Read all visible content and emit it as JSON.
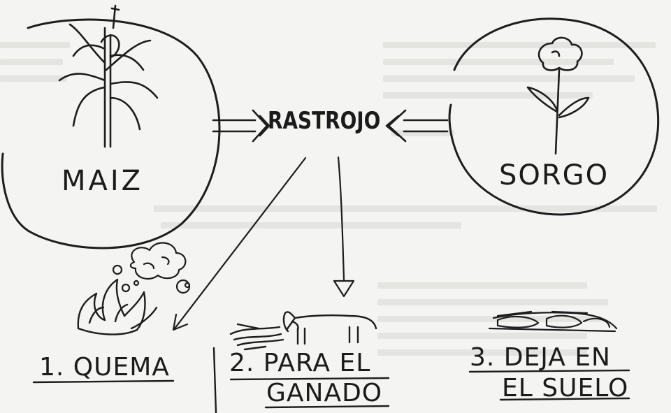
{
  "diagram": {
    "nodes": {
      "maiz": "MAIZ",
      "sorgo": "SORGO",
      "center": "RASTROJO"
    },
    "outcomes": {
      "quema": "1. QUEMA",
      "ganado_line1": "2. PARA EL",
      "ganado_line2": "GANADO",
      "suelo_line1": "3. DEJA EN",
      "suelo_line2": "EL SUELO"
    }
  }
}
